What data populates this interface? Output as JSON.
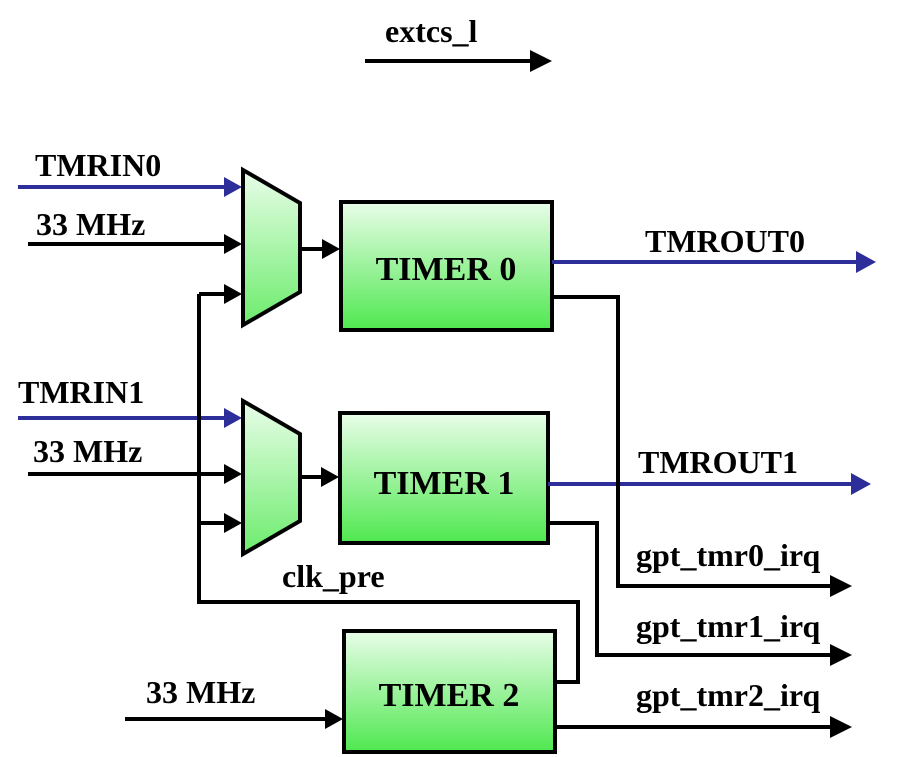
{
  "signals": {
    "extcs": "extcs_l",
    "tmrin0": "TMRIN0",
    "tmrin1": "TMRIN1",
    "clk0": "33 MHz",
    "clk1": "33 MHz",
    "clk2": "33 MHz",
    "tmrout0": "TMROUT0",
    "tmrout1": "TMROUT1",
    "clk_pre": "clk_pre",
    "irq0": "gpt_tmr0_irq",
    "irq1": "gpt_tmr1_irq",
    "irq2": "gpt_tmr2_irq"
  },
  "blocks": {
    "timer0": "TIMER 0",
    "timer1": "TIMER 1",
    "timer2": "TIMER 2"
  },
  "colors": {
    "input_wire": "#2e2e9a",
    "wire": "#000000",
    "block_fill_top": "#e9fde9",
    "block_fill_bottom": "#4fe84f"
  }
}
